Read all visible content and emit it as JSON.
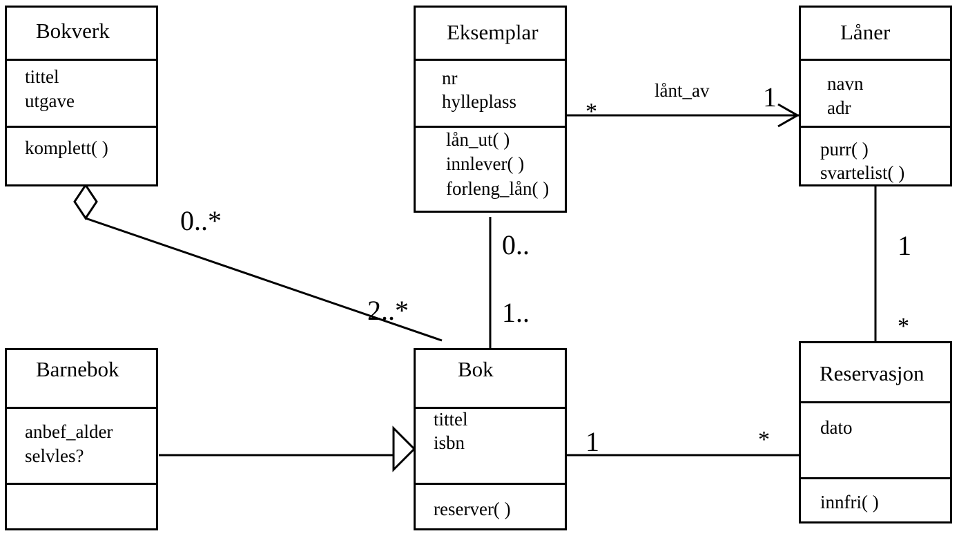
{
  "classes": {
    "bokverk": {
      "name": "Bokverk",
      "attributes": [
        "tittel",
        "utgave"
      ],
      "operations": [
        "komplett( )"
      ]
    },
    "eksemplar": {
      "name": "Eksemplar",
      "attributes": [
        "nr",
        "hylleplass"
      ],
      "operations": [
        "lån_ut( )",
        "innlever( )",
        "forleng_lån( )"
      ]
    },
    "laner": {
      "name": "Låner",
      "attributes": [
        "navn",
        "adr"
      ],
      "operations": [
        "purr( )",
        "svartelist( )"
      ]
    },
    "barnebok": {
      "name": "Barnebok",
      "attributes": [
        "anbef_alder",
        "selvles?"
      ],
      "operations": []
    },
    "bok": {
      "name": "Bok",
      "attributes": [
        "tittel",
        "isbn"
      ],
      "operations": [
        "reserver( )"
      ]
    },
    "reservasjon": {
      "name": "Reservasjon",
      "attributes": [
        "dato"
      ],
      "operations": [
        "innfri( )"
      ]
    }
  },
  "associations": {
    "lant_av": {
      "label": "lånt_av",
      "from_mult": "*",
      "to_mult": "1"
    },
    "bokverk_bok": {
      "whole_mult": "0..*",
      "part_mult": "2..*"
    },
    "eksemplar_bok": {
      "eksemplar_mult": "0..",
      "bok_mult": "1.."
    },
    "laner_reservasjon": {
      "laner_mult": "1",
      "reservasjon_mult": "*"
    },
    "bok_reservasjon": {
      "bok_mult": "1",
      "reservasjon_mult": "*"
    }
  }
}
